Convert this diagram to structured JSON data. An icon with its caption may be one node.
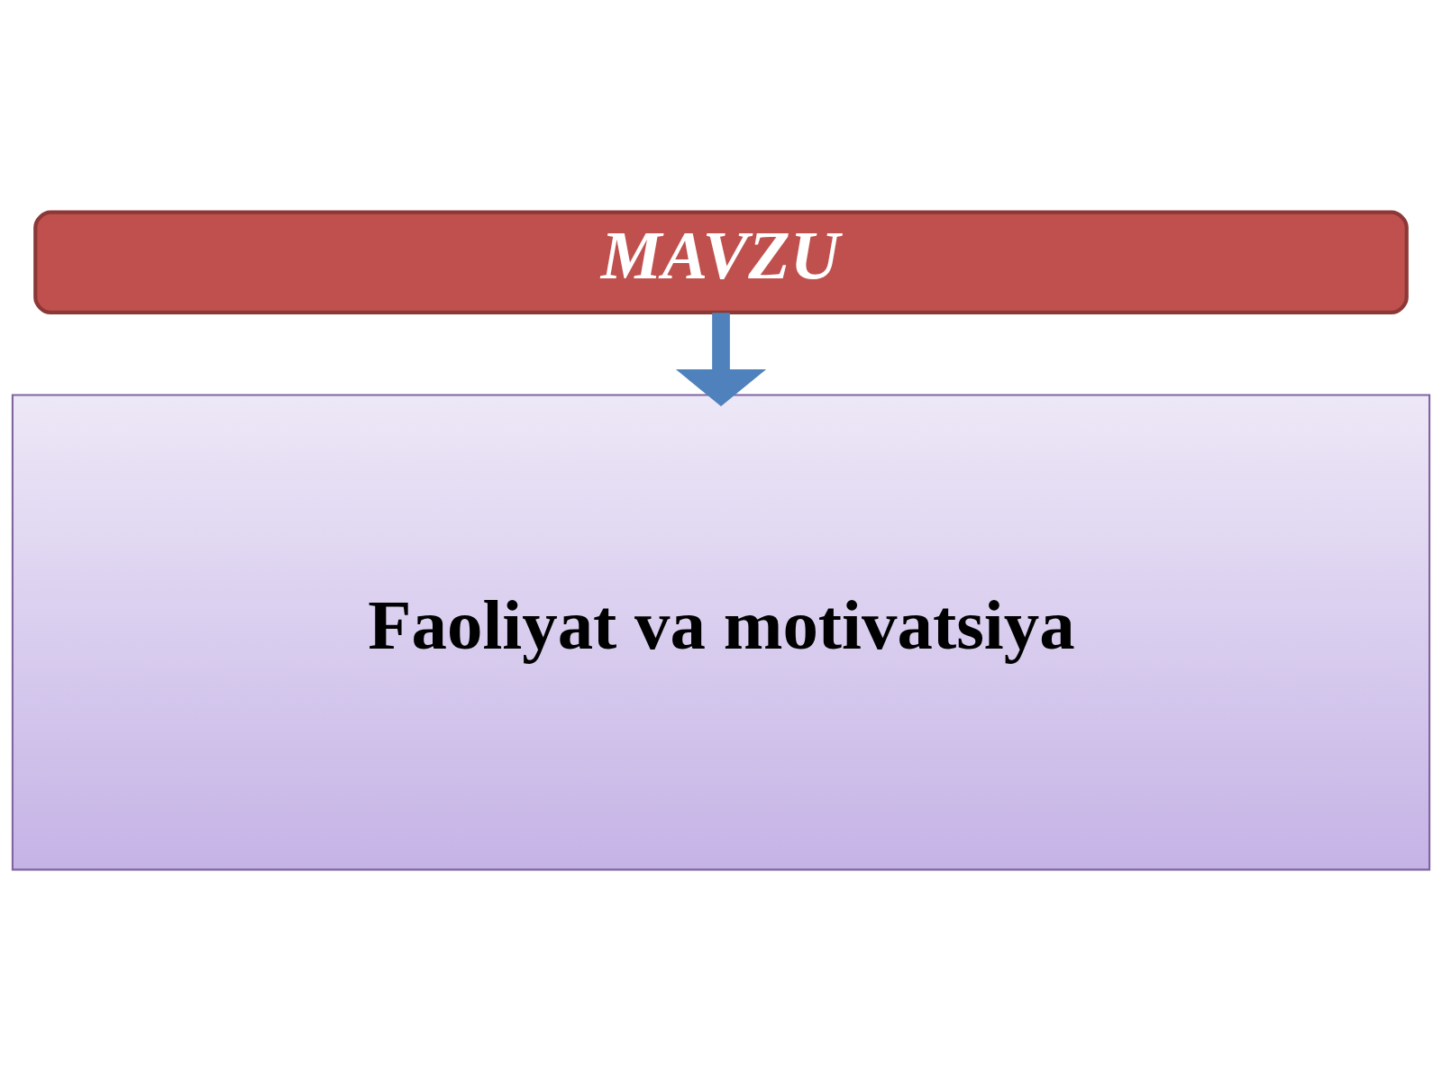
{
  "diagram": {
    "nodes": [
      {
        "text": [
          "MAVZU"
        ]
      },
      {
        "text": [
          "Faoliyat va motivatsiya"
        ]
      }
    ],
    "edges": [
      {
        "from": 0,
        "to": 1,
        "arrow": "to"
      }
    ]
  }
}
